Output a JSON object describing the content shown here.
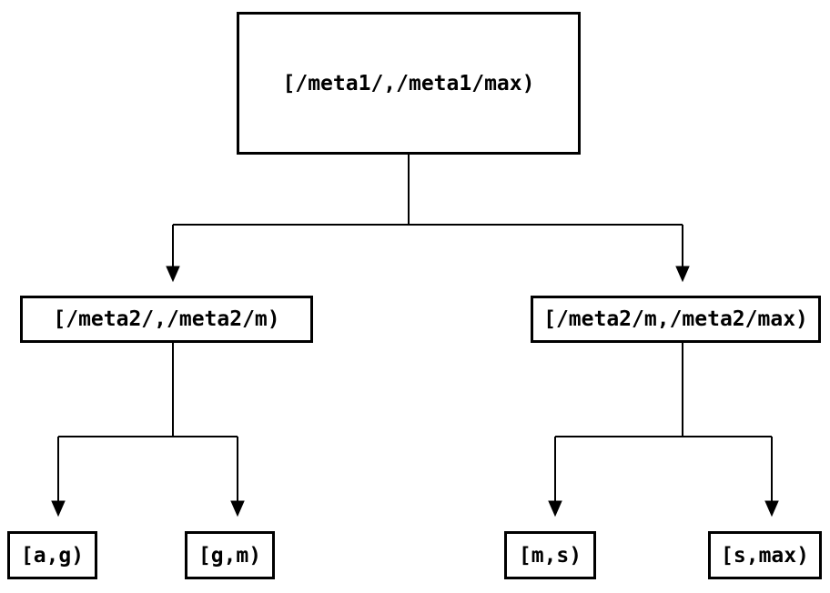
{
  "diagram": {
    "type": "tree",
    "colors": {
      "background": "#ffffff",
      "line": "#000000",
      "text": "#000000"
    },
    "nodes": {
      "root": {
        "label": "[/meta1/,/meta1/max)"
      },
      "left_child": {
        "label": "[/meta2/,/meta2/m)"
      },
      "right_child": {
        "label": "[/meta2/m,/meta2/max)"
      },
      "leaf_ag": {
        "label": "[a,g)"
      },
      "leaf_gm": {
        "label": "[g,m)"
      },
      "leaf_ms": {
        "label": "[m,s)"
      },
      "leaf_smax": {
        "label": "[s,max)"
      }
    },
    "edges": [
      {
        "from": "root",
        "to": "left_child"
      },
      {
        "from": "root",
        "to": "right_child"
      },
      {
        "from": "left_child",
        "to": "leaf_ag"
      },
      {
        "from": "left_child",
        "to": "leaf_gm"
      },
      {
        "from": "right_child",
        "to": "leaf_ms"
      },
      {
        "from": "right_child",
        "to": "leaf_smax"
      }
    ]
  }
}
